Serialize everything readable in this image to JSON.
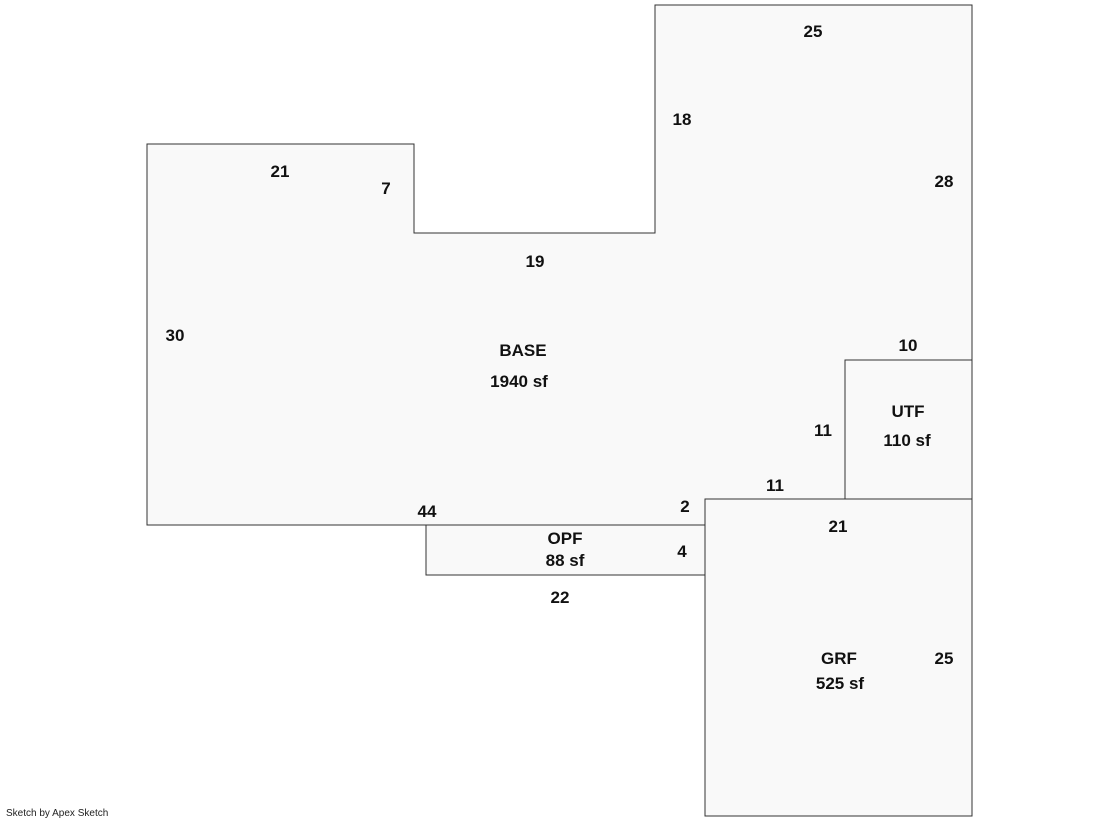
{
  "footer": "Sketch by Apex Sketch",
  "areas": {
    "base": {
      "name": "BASE",
      "size": "1940 sf"
    },
    "utf": {
      "name": "UTF",
      "size": "110 sf"
    },
    "opf": {
      "name": "OPF",
      "size": "88 sf"
    },
    "grf": {
      "name": "GRF",
      "size": "525 sf"
    }
  },
  "dimensions": {
    "base_top_left": "21",
    "base_notch_side": "7",
    "base_notch_bottom": "19",
    "base_top_right": "25",
    "base_upper_left_side": "18",
    "base_right_side": "28",
    "base_left_side": "30",
    "base_bottom": "44",
    "base_step": "2",
    "base_inner_bottom": "11",
    "utf_top": "10",
    "utf_left": "11",
    "opf_right": "4",
    "opf_bottom": "22",
    "grf_top": "21",
    "grf_right": "25"
  }
}
